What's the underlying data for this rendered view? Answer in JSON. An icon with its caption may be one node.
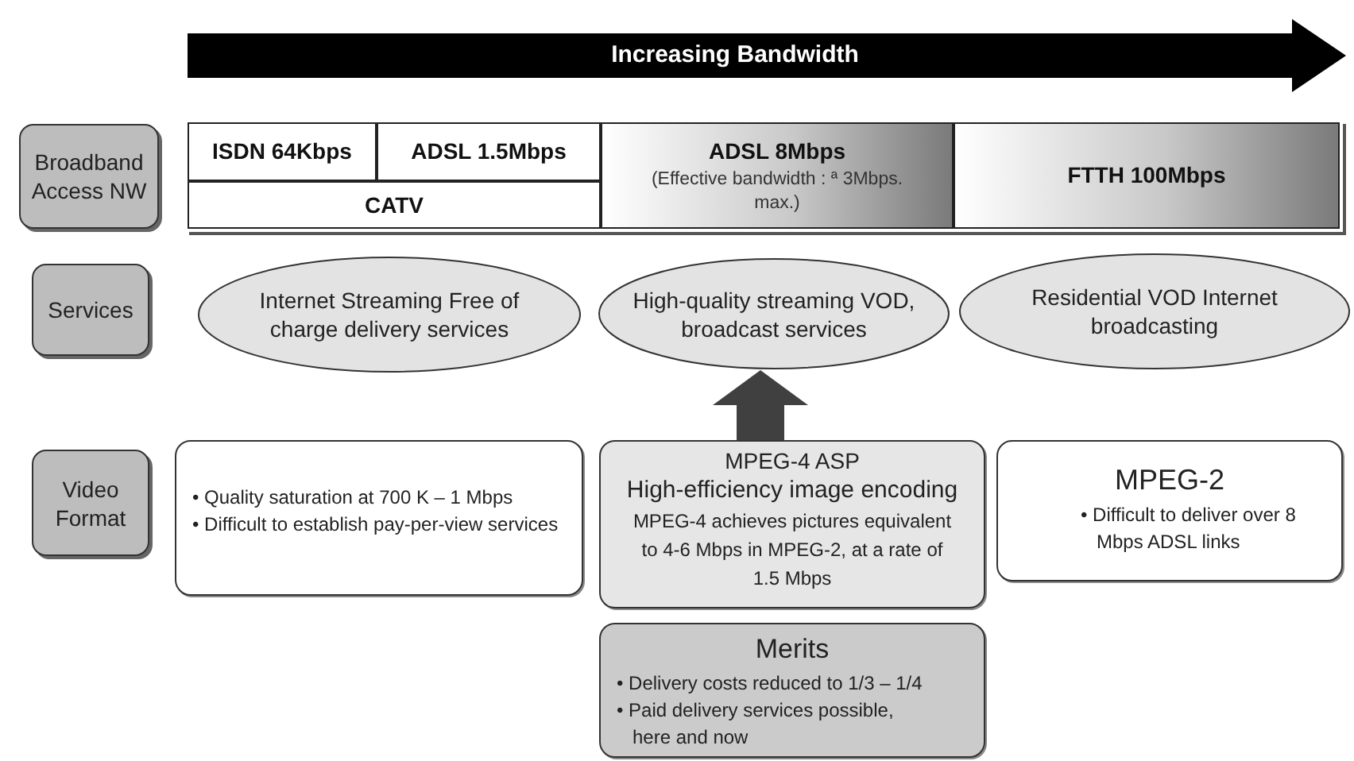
{
  "diagram": {
    "nodes": [
      {
        "text": [
          "Increasing Bandwidth"
        ]
      },
      {
        "text": [
          "Broadband Access NW"
        ]
      },
      {
        "text": [
          "ISDN 64Kbps"
        ]
      },
      {
        "text": [
          "ADSL 1.5Mbps"
        ]
      },
      {
        "text": [
          "CATV"
        ]
      },
      {
        "text": [
          "ADSL 8Mbps",
          "(Effective bandwidth : ª 3Mbps. max.)"
        ]
      },
      {
        "text": [
          "FTTH 100Mbps"
        ]
      },
      {
        "text": [
          "Services"
        ]
      },
      {
        "text": [
          "Internet Streaming Free of charge delivery services"
        ]
      },
      {
        "text": [
          "High-quality streaming VOD, broadcast services"
        ]
      },
      {
        "text": [
          "Residential VOD Internet broadcasting"
        ]
      },
      {
        "text": [
          "Video Format"
        ]
      },
      {
        "text": [
          "• Quality saturation at 700 K – 1 Mbps",
          "• Difficult to establish pay-per-view services"
        ]
      },
      {
        "text": [
          "MPEG-4 ASP",
          "High-efficiency image encoding",
          "MPEG-4 achieves pictures equivalent to 4-6 Mbps in MPEG-2, at a rate of 1.5 Mbps"
        ]
      },
      {
        "text": [
          "MPEG-2",
          "• Difficult to deliver over 8 Mbps ADSL links"
        ]
      },
      {
        "text": [
          "Merits",
          "• Delivery costs reduced to 1/3 – 1/4",
          "• Paid delivery services possible, here and now"
        ]
      }
    ],
    "edges": [
      {
        "from": 13,
        "to": 9,
        "arrow": "to"
      }
    ]
  }
}
